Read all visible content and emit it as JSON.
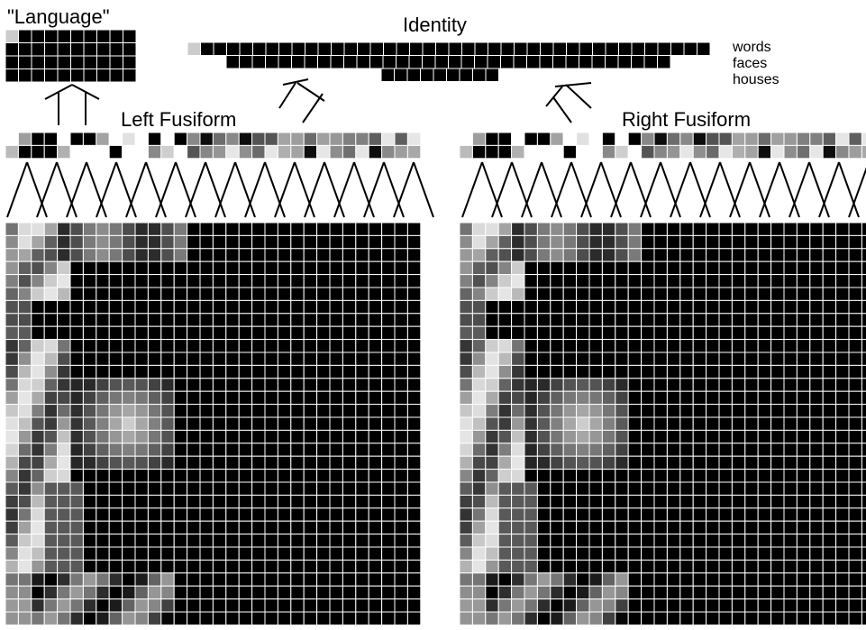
{
  "labels": {
    "language": "\"Language\"",
    "identity": "Identity",
    "left_fusiform": "Left Fusiform",
    "right_fusiform": "Right Fusiform",
    "identity_rows": [
      "words",
      "faces",
      "houses"
    ]
  },
  "colors": {
    "background": "#ffffff",
    "cell_border": "#ffffff",
    "line": "#000000",
    "active_unit": "#cccccc",
    "off_unit": "#000000"
  },
  "language_layer": {
    "rows": 4,
    "cols": 10,
    "active_cell": "row 1, column 1"
  },
  "identity_layer": {
    "rows": [
      "words",
      "faces",
      "houses"
    ],
    "active_cell": "words row, first cell"
  },
  "fusiform_layer": {
    "rows": 2,
    "cols": 32
  },
  "input_layer": {
    "cols": 32,
    "rows": 32,
    "content": "grayscale face image, bright on the left side, dark on the right"
  }
}
